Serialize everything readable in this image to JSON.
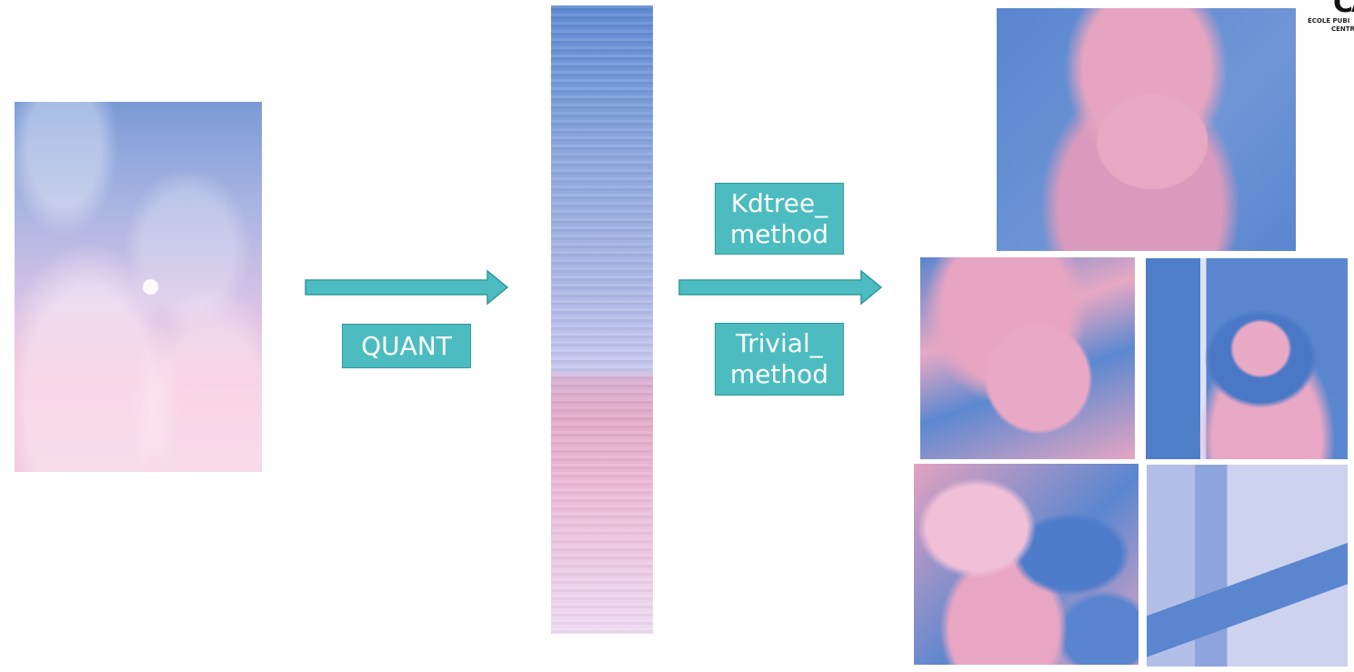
{
  "labels": {
    "quant": "QUANT",
    "kdtree": "Kdtree_\nmethod",
    "trivial": "Trivial_\nmethod"
  },
  "logo": {
    "line1": "ÉCOLE PUBI",
    "line2": "CENTRE"
  },
  "colors": {
    "label_fill": "#4cbcc0",
    "arrow_fill": "#4cbcc0",
    "palette_blue": "#5f8ad2",
    "palette_pink": "#e5acc9"
  },
  "images": [
    "sky-source-image",
    "color-palette-bar",
    "result-portrait-1",
    "result-lena",
    "result-portrait-2",
    "result-flowers",
    "result-house"
  ]
}
